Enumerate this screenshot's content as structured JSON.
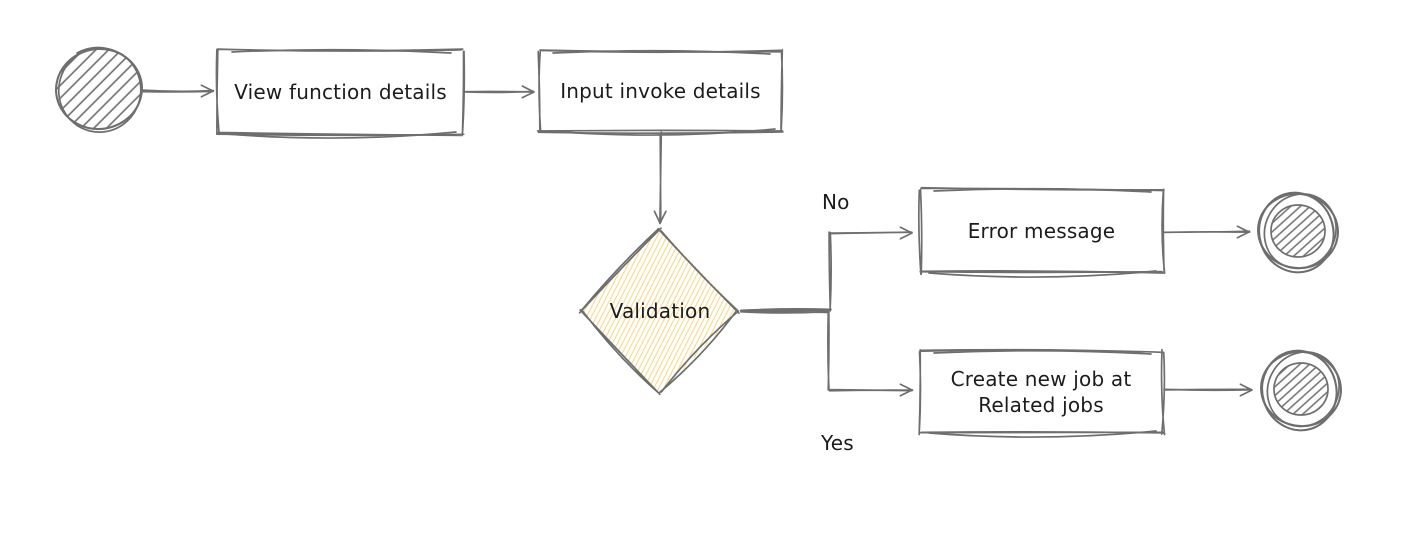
{
  "canvas": {
    "background": "#ffffff",
    "stroke_color": "#6e6e6e",
    "text_color": "#1c1c1c",
    "diamond_hatch_color": "#fbd786"
  },
  "nodes": {
    "start": {
      "type": "start-terminator"
    },
    "view_function_details": {
      "label": "View function details"
    },
    "input_invoke_details": {
      "label": "Input invoke details"
    },
    "validation": {
      "label": "Validation"
    },
    "error_message": {
      "label": "Error message"
    },
    "create_new_job": {
      "label": "Create new job at Related jobs"
    },
    "end_error": {
      "type": "end-terminator"
    },
    "end_create": {
      "type": "end-terminator"
    }
  },
  "edges": {
    "no": {
      "label": "No"
    },
    "yes": {
      "label": "Yes"
    }
  }
}
